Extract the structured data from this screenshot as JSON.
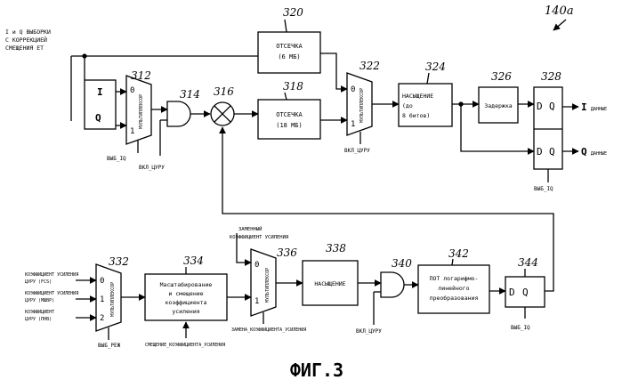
{
  "figure_id": "140a",
  "caption": "ФИГ.3",
  "inputs": {
    "top": [
      "I и Q ВЫБОРКИ",
      "С КОРРЕКЦИЕЙ",
      "СМЕЩЕНИЯ ЕТ"
    ],
    "gain1": [
      "КОЭФФИЦИЕНТ УСИЛЕНИЯ",
      "ЦУРУ (FCS)"
    ],
    "gain2": [
      "КОЭФФИЦИЕНТ УСИЛЕНИЯ",
      "ЦУРУ (МШВР)"
    ],
    "gain3": [
      "КОЭФФИЦИЕНТ",
      "ЦУРУ (ПНВ)"
    ]
  },
  "blocks": {
    "b320": {
      "ref": "320",
      "lines": [
        "ОТСЕЧКА",
        "(6 МБ)"
      ]
    },
    "b318": {
      "ref": "318",
      "lines": [
        "ОТСЕЧКА",
        "(18 МБ)"
      ]
    },
    "b324": {
      "ref": "324",
      "lines": [
        "НАСЫЩЕНИЕ",
        "(до",
        "8 битов)"
      ]
    },
    "b326": {
      "ref": "326",
      "lines": [
        "Задержка"
      ]
    },
    "b334": {
      "ref": "334",
      "lines": [
        "Масштабирование",
        "и смещение",
        "коэффициента",
        "усиления"
      ]
    },
    "b338": {
      "ref": "338",
      "lines": [
        "НАСЫЩЕНИЕ"
      ]
    },
    "b342": {
      "ref": "342",
      "lines": [
        "ПОТ логарифмо-",
        "линейного",
        "преобразования"
      ]
    }
  },
  "muxes": {
    "m312": {
      "ref": "312",
      "label": "МУЛЬТИПЛЕКСОР",
      "ports": [
        "0",
        "1"
      ]
    },
    "m322": {
      "ref": "322",
      "label": "МУЛЬТИПЛЕКСОР",
      "ports": [
        "0",
        "1"
      ]
    },
    "m332": {
      "ref": "332",
      "label": "МУЛЬТИПЛЕКСОР",
      "ports": [
        "0",
        "1",
        "2"
      ]
    },
    "m336": {
      "ref": "336",
      "label": "МУЛЬТИПЛЕКСОР",
      "ports": [
        "0",
        "1"
      ]
    }
  },
  "gates": {
    "g314": "314",
    "g340": "340",
    "x316": "316"
  },
  "flops": {
    "f328": "328",
    "f344": "344",
    "d": "D",
    "q": "Q"
  },
  "iq": {
    "i": "I",
    "q": "Q"
  },
  "outputs": {
    "i_letter": "I",
    "i_word": "ДАННЫЕ",
    "q_letter": "Q",
    "q_word": "ДАННЫЕ"
  },
  "signals": {
    "vyb_iq_1": "ВЫБ_IQ",
    "vkl_curu_1": "ВКЛ_ЦУРУ",
    "vkl_curu_2": "ВКЛ_ЦУРУ",
    "vyb_iq_2": "ВЫБ_IQ",
    "vyb_iq_3": "ВЫБ_IQ",
    "vyb_rezh": "ВЫБ_РЕЖ",
    "zamena": "ЗАМЕНА_КОЭФФИЦИЕНТА_УСИЛЕНИЯ",
    "smeshchenie": "СМЕЩЕНИЕ_КОЭФФИЦИЕНТА_УСИЛЕНИЯ",
    "zamennyi": [
      "ЗАМЕННЫЙ",
      "КОЭФФИЦИЕНТ УСИЛЕНИЯ"
    ]
  }
}
